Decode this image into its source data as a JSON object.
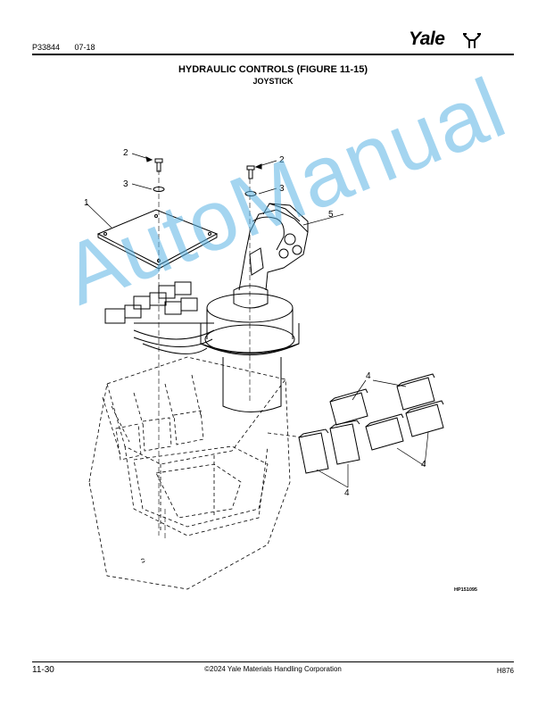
{
  "header": {
    "doc_number": "P33844",
    "date": "07-18",
    "brand": "Yale"
  },
  "title": "HYDRAULIC CONTROLS (FIGURE 11-15)",
  "subtitle": "JOYSTICK",
  "callouts": {
    "plate": "1",
    "screw_left": "2",
    "washer_left": "3",
    "screw_right": "2",
    "washer_right": "3",
    "joystick": "5",
    "cap_top": "4",
    "cap_bottom_right": "4",
    "cap_bottom_left": "4"
  },
  "figure_id": "HP151095",
  "watermark": "AutoManual",
  "footer": {
    "page": "11-30",
    "copyright": "©2024 Yale Materials Handling Corporation",
    "model": "H876"
  }
}
